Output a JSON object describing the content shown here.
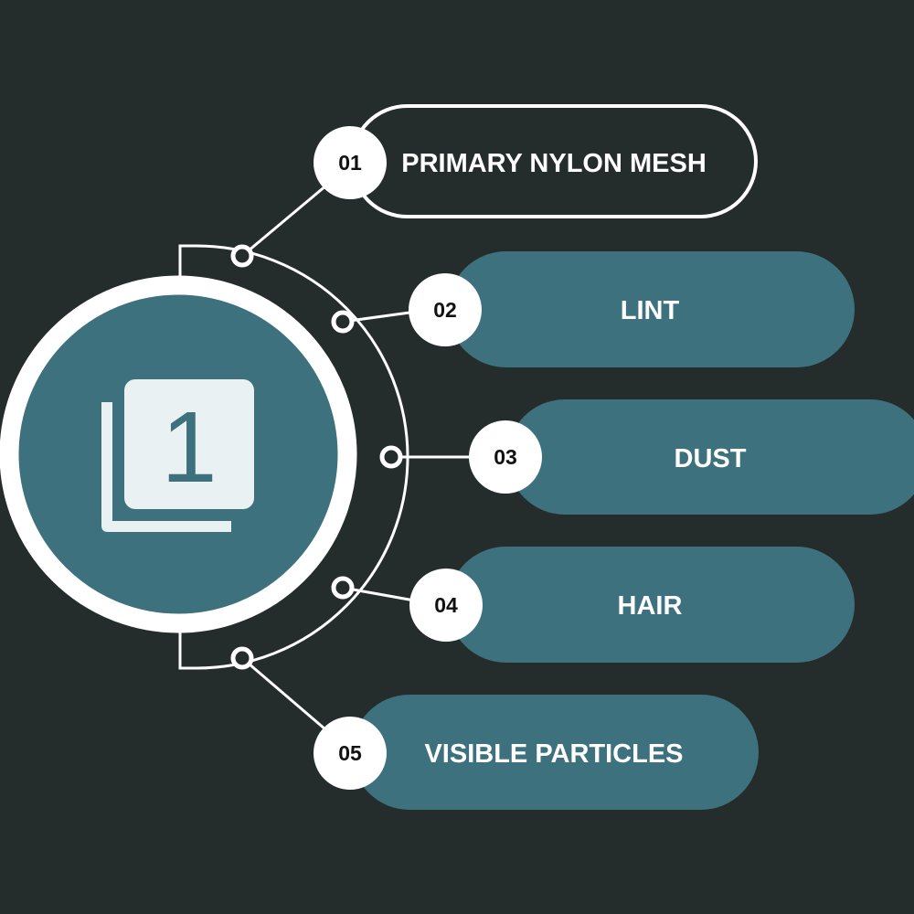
{
  "colors": {
    "background": "#242d2c",
    "accent": "#3d717d",
    "line": "#ffffff",
    "icon": "#eaf1f2"
  },
  "center": {
    "icon": "layers-number-one-icon",
    "glyph": "1"
  },
  "items": [
    {
      "number": "01",
      "label": "PRIMARY NYLON MESH",
      "style": "outlined"
    },
    {
      "number": "02",
      "label": "LINT",
      "style": "filled"
    },
    {
      "number": "03",
      "label": "DUST",
      "style": "filled"
    },
    {
      "number": "04",
      "label": "HAIR",
      "style": "filled"
    },
    {
      "number": "05",
      "label": "VISIBLE PARTICLES",
      "style": "filled"
    }
  ]
}
